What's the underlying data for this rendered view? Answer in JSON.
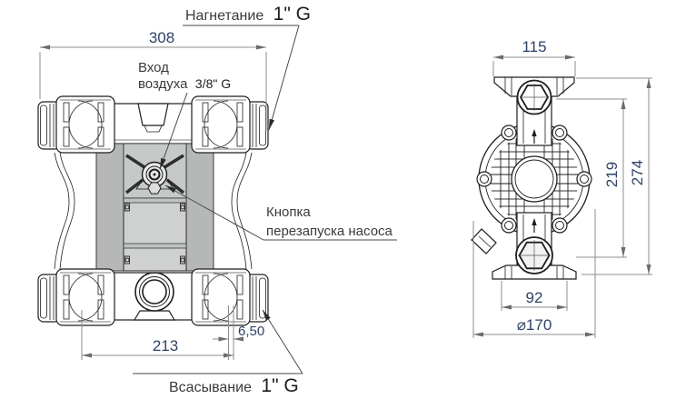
{
  "drawing": {
    "front_view": {
      "dims": {
        "overall_width": "308",
        "port_spacing": "213",
        "offset": "6,50"
      },
      "labels": {
        "discharge": {
          "name": "Нагнетание",
          "size": "1\" G"
        },
        "air_inlet": {
          "line1": "Вход",
          "line2": "воздуха",
          "size": "3/8\" G"
        },
        "restart_button": {
          "line1": "Кнопка",
          "line2": "перезапуска насоса"
        },
        "suction": {
          "name": "Всасывание",
          "size": "1\" G"
        }
      }
    },
    "side_view": {
      "dims": {
        "flange_width": "115",
        "port_height": "219",
        "overall_height": "274",
        "foot_width": "92",
        "diameter": "⌀170"
      }
    },
    "colors": {
      "line": "#1e1e1e",
      "dimension_line": "#8c8c8c",
      "dimension_text": "#2e4265",
      "label_text": "#3a3a3a",
      "clamp_band_fill": "#b5b8b7",
      "center_panel_fill": "#ced1d0"
    }
  }
}
